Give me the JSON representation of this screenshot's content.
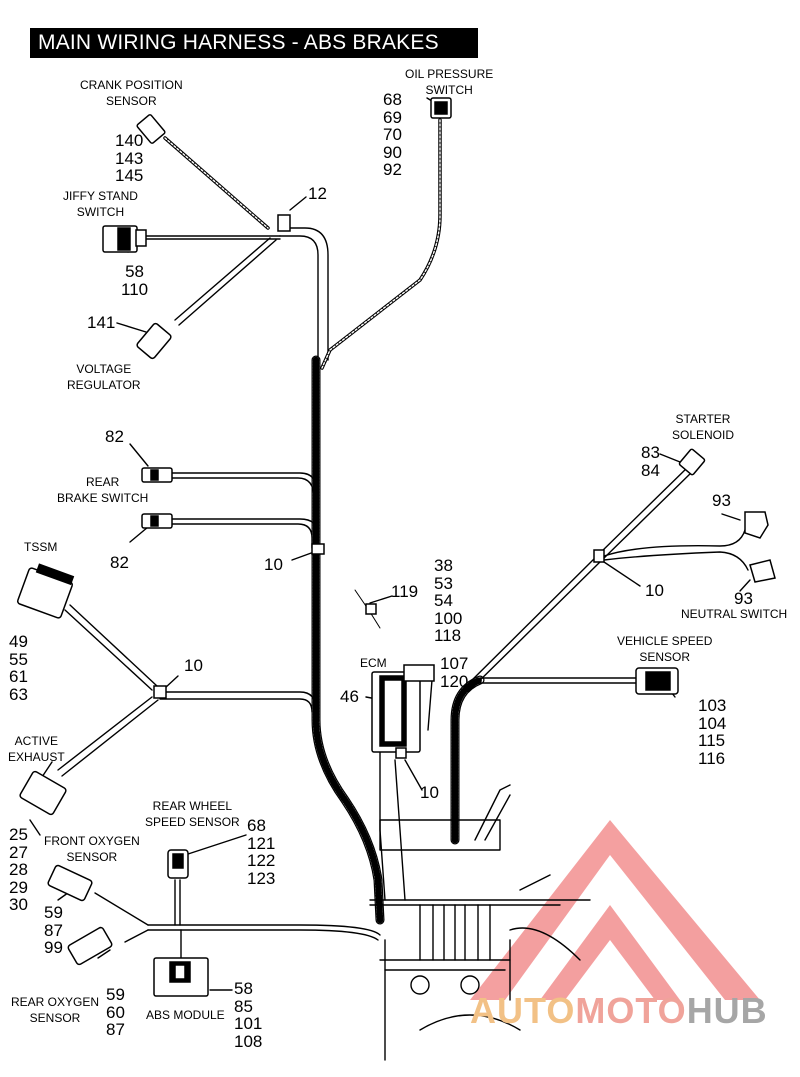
{
  "title": "MAIN WIRING HARNESS - ABS BRAKES",
  "labels": {
    "crank": "CRANK POSITION\nSENSOR",
    "oil": "OIL PRESSURE\nSWITCH",
    "jiffy": "JIFFY STAND\nSWITCH",
    "voltage": "VOLTAGE\nREGULATOR",
    "rear_brake": "REAR\nBRAKE SWITCH",
    "starter": "STARTER\nSOLENOID",
    "tssm": "TSSM",
    "neutral": "NEUTRAL SWITCH",
    "vss": "VEHICLE SPEED\nSENSOR",
    "ecm": "ECM",
    "active_exhaust": "ACTIVE\nEXHAUST",
    "rear_wheel": "REAR WHEEL\nSPEED SENSOR",
    "front_o2": "FRONT OXYGEN\nSENSOR",
    "rear_o2": "REAR OXYGEN\nSENSOR",
    "abs": "ABS MODULE"
  },
  "callouts": {
    "crank": [
      "140",
      "143",
      "145"
    ],
    "oil": [
      "68",
      "69",
      "70",
      "90",
      "92"
    ],
    "jiffy": [
      "58",
      "110"
    ],
    "clip12": "12",
    "voltage": "141",
    "brake_top": "82",
    "brake_bottom": "82",
    "clip10_mid": "10",
    "starter": [
      "83",
      "84"
    ],
    "neutral_top": "93",
    "neutral_bottom": "93",
    "clip10_right": "10",
    "tssm": [
      "49",
      "55",
      "61",
      "63"
    ],
    "clip10_left": "10",
    "ecm_block": [
      "38",
      "53",
      "54",
      "100",
      "118"
    ],
    "clip119": "119",
    "ecm_side": [
      "107",
      "120"
    ],
    "ecm_left": "46",
    "clip10_ecm": "10",
    "vss": [
      "103",
      "104",
      "115",
      "116"
    ],
    "active_exhaust": [
      "25",
      "27",
      "28",
      "29",
      "30"
    ],
    "rear_wheel": [
      "68",
      "121",
      "122",
      "123"
    ],
    "front_o2": [
      "59",
      "87",
      "99"
    ],
    "rear_o2": [
      "59",
      "60",
      "87"
    ],
    "abs": [
      "58",
      "85",
      "101",
      "108"
    ]
  },
  "watermark": {
    "part1": "AUTO",
    "part2": "MOTO",
    "part3": "HUB"
  },
  "colors": {
    "line": "#000000",
    "watermark_red": "#f08080",
    "watermark_orange": "#f2c186",
    "watermark_gray": "#a6a6a6"
  }
}
